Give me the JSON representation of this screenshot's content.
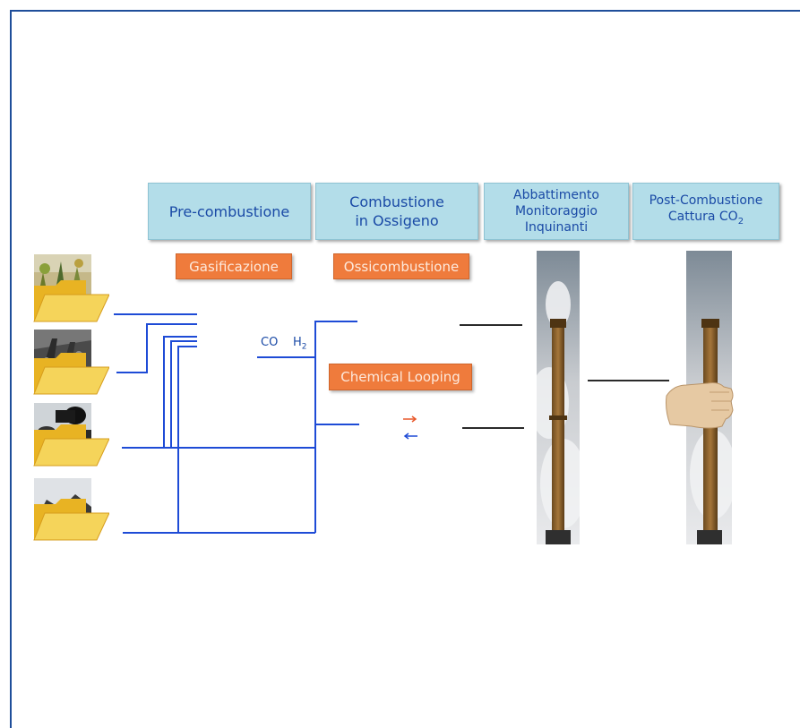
{
  "headers": {
    "pre": "Pre-combustione",
    "oxy": "Combustione\nin Ossigeno",
    "abb": "Abbattimento\nMonitoraggio\nInquinanti",
    "post_main": "Post-Combustione\nCattura CO",
    "post_sub": "2"
  },
  "processes": {
    "gas": "Gasificazione",
    "oxy": "Ossicombustione",
    "loop": "Chemical Looping"
  },
  "gases": {
    "co": "CO",
    "h": "H",
    "h_sub": "2"
  },
  "colors": {
    "line": "#1e4bd6",
    "header_bg": "#b3dde9",
    "tag_bg": "#ef7b3c",
    "frame": "#1f4e9a"
  },
  "icons": {
    "fuel_1": "biomass-photo",
    "fuel_2": "coal-mine-photo",
    "fuel_3": "oil-barrel-photo",
    "fuel_4": "coal-heap-photo",
    "folder": "folder-icon",
    "chimney": "chimney-stack",
    "hand": "hand-gripping-chimney"
  }
}
